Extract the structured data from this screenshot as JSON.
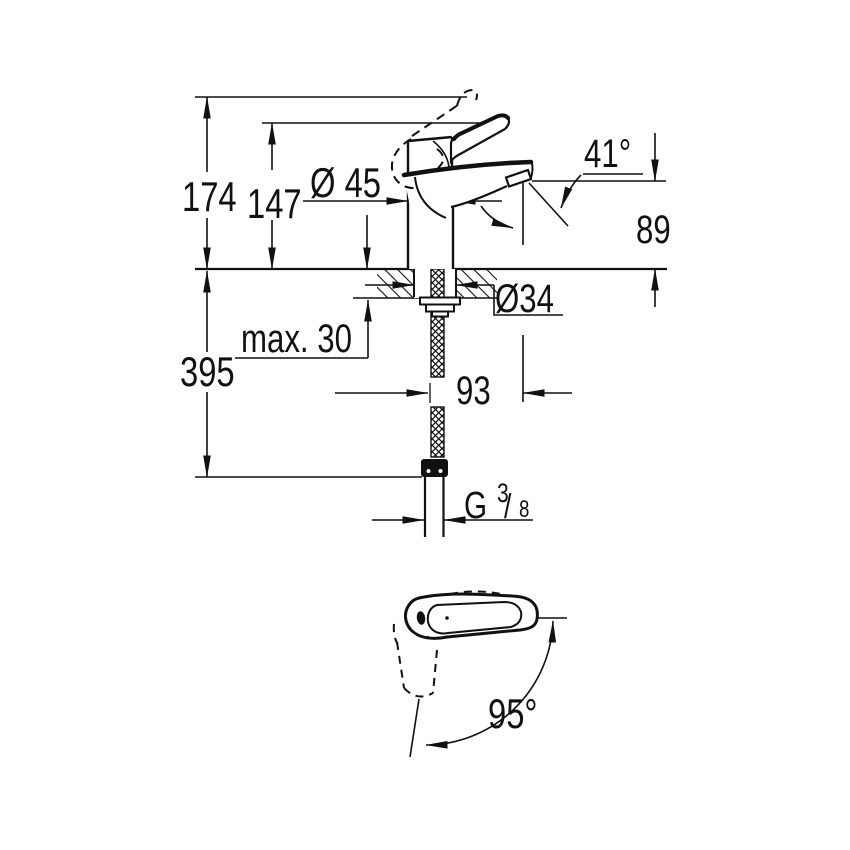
{
  "page": {
    "background": "#ffffff",
    "ink": "#111111"
  },
  "drawing": {
    "type": "faucet-installation-dimension-drawing",
    "views": {
      "main": "side-elevation-on-counter",
      "secondary": "handle-top-view"
    },
    "dimensions": {
      "total_height": "174",
      "lever_height": "147",
      "body_diameter": "Ø 45",
      "aerator_angle": "41°",
      "spout_outlet_height": "89",
      "mounting_hole_diameter": "Ø34",
      "max_counter_thickness": "max. 30",
      "below_counter_length": "395",
      "spout_reach": "93",
      "handle_swivel_angle": "95°",
      "connection_thread": {
        "g": "G",
        "numerator": "3",
        "slash": "/",
        "denominator": "8"
      }
    }
  }
}
